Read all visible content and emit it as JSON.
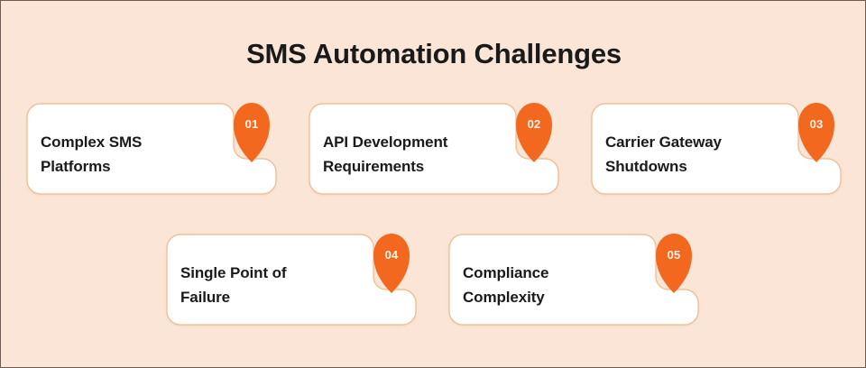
{
  "page": {
    "title": "SMS Automation Challenges",
    "background_color": "#FAE5D6",
    "frame_color": "#6E5C54",
    "accent_color": "#F2681F",
    "card_background": "#FFFFFF",
    "card_border_color": "#F0B98A",
    "text_color": "#1A1A1A",
    "badge_text_color": "#FFF4E8"
  },
  "cards": [
    {
      "number": "01",
      "label": "Complex SMS Platforms",
      "line1": "Complex SMS",
      "line2": "Platforms"
    },
    {
      "number": "02",
      "label": "API Development Requirements",
      "line1": "API Development",
      "line2": "Requirements"
    },
    {
      "number": "03",
      "label": "Carrier Gateway Shutdowns",
      "line1": "Carrier Gateway",
      "line2": "Shutdowns"
    },
    {
      "number": "04",
      "label": "Single Point of Failure",
      "line1": "Single Point of",
      "line2": "Failure"
    },
    {
      "number": "05",
      "label": "Compliance Complexity",
      "line1": "Compliance",
      "line2": "Complexity"
    }
  ],
  "rows": [
    {
      "name": "row-1",
      "card_indices": [
        0,
        1,
        2
      ]
    },
    {
      "name": "row-2",
      "card_indices": [
        3,
        4
      ]
    }
  ]
}
